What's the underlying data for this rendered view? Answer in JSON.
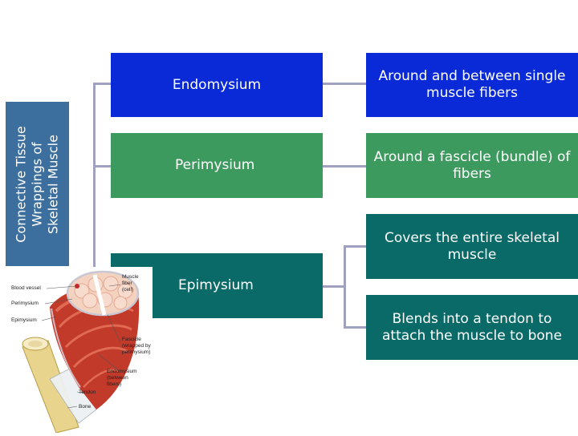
{
  "side_title": {
    "line1": "Connective Tissue",
    "line2": "Wrappings of",
    "line3": "Skeletal Muscle"
  },
  "layers": {
    "endomysium": {
      "name": "Endomysium",
      "description": "Around and between single muscle fibers"
    },
    "perimysium": {
      "name": "Perimysium",
      "description": "Around a fascicle (bundle) of fibers"
    },
    "epimysium": {
      "name": "Epimysium",
      "description_1": "Covers the entire skeletal muscle",
      "description_2": "Blends into a tendon to attach the muscle to bone"
    }
  },
  "illustration": {
    "labels": {
      "blood_vessel": "Blood vessel",
      "perimysium": "Perimysium",
      "epimysium": "Epimysium",
      "tendon": "Tendon",
      "bone": "Bone",
      "muscle_fiber_1": "Muscle",
      "muscle_fiber_2": "fiber",
      "muscle_fiber_3": "(cell)",
      "fascicle_1": "Fascicle",
      "fascicle_2": "(wrapped by",
      "fascicle_3": "perimysium)",
      "endomysium_1": "Endomysium",
      "endomysium_2": "(between",
      "endomysium_3": "fibers)"
    }
  },
  "colors": {
    "endomysium": "#0a2ad8",
    "perimysium": "#3c9a5f",
    "epimysium": "#0a6a68",
    "side_bar": "#3d6f9e",
    "connector": "#a0a0c0"
  }
}
